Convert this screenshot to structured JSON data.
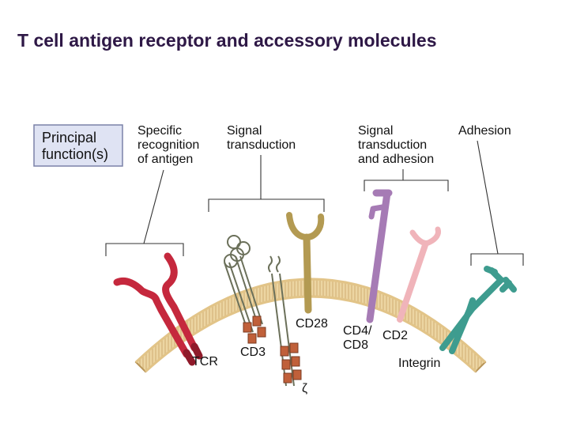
{
  "title": "T cell antigen receptor and accessory molecules",
  "legend_box": {
    "line1": "Principal",
    "line2": "function(s)"
  },
  "functions": {
    "specific_recognition": [
      "Specific",
      "recognition",
      "of antigen"
    ],
    "signal_transduction": [
      "Signal",
      "transduction"
    ],
    "signal_transduction_adhesion": [
      "Signal",
      "transduction",
      "and adhesion"
    ],
    "adhesion": [
      "Adhesion"
    ]
  },
  "molecules": {
    "tcr": "TCR",
    "cd3": "CD3",
    "zeta": "ζ",
    "cd28": "CD28",
    "cd4_cd8_line1": "CD4/",
    "cd4_cd8_line2": "CD8",
    "cd2": "CD2",
    "integrin": "Integrin"
  },
  "colors": {
    "title": "#2e1846",
    "legend_box_fill": "#dfe3f3",
    "legend_box_border": "#7b82a8",
    "membrane": "#e8cf98",
    "membrane_edge": "#b89558",
    "membrane_stripe": "#d4b47a",
    "tcr": "#c5283d",
    "tcr_dark": "#8f1a2a",
    "cd3": "#6b705a",
    "cd3_box": "#c0603a",
    "cd28": "#b39a52",
    "cd4_cd8": "#a67bb5",
    "cd2": "#f0b4ba",
    "integrin": "#3e9c8f"
  }
}
